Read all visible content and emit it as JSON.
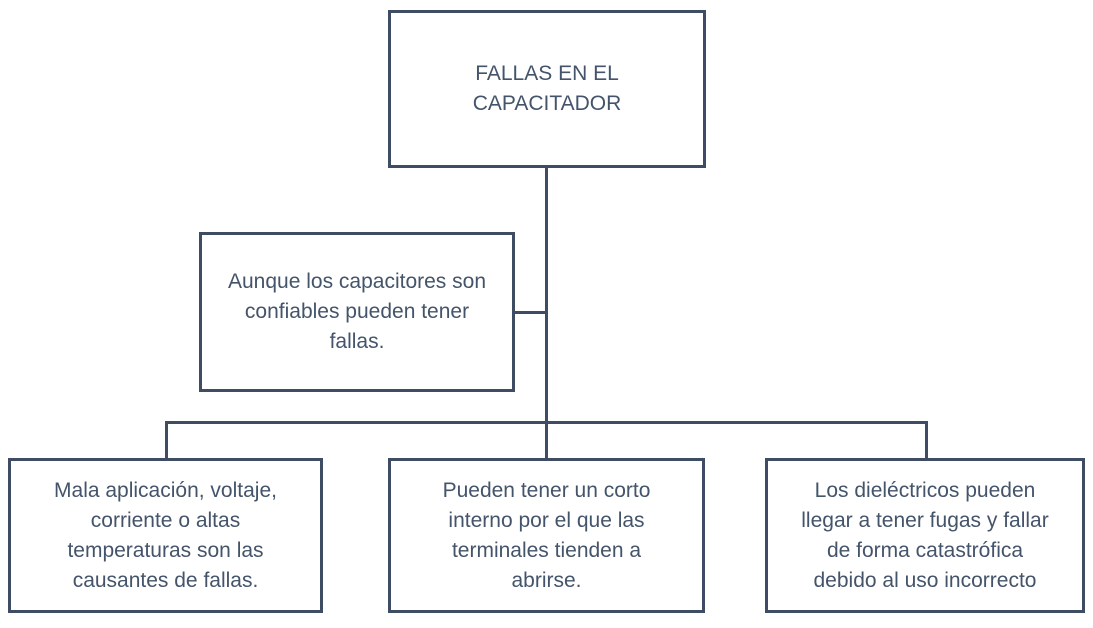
{
  "diagram": {
    "title": "FALLAS EN EL CAPACITADOR",
    "boxes": {
      "root": {
        "text": "FALLAS EN EL CAPACITADOR",
        "lines": [
          "FALLAS EN EL",
          "CAPACITADOR"
        ]
      },
      "note": {
        "text": "Aunque los capacitores son confiables pueden tener fallas.",
        "lines": [
          "Aunque los capacitores son",
          "confiables pueden tener",
          "fallas."
        ]
      },
      "cause1": {
        "text": "Mala aplicación, voltaje, corriente o altas temperaturas son las causantes de fallas.",
        "lines": [
          "Mala aplicación, voltaje,",
          "corriente o altas",
          "temperaturas son las",
          "causantes de fallas."
        ]
      },
      "cause2": {
        "text": "Pueden tener un corto interno por el que las terminales tienden a abrirse.",
        "lines": [
          "Pueden tener un corto",
          "interno por el que las",
          "terminales tienden a",
          "abrirse."
        ]
      },
      "cause3": {
        "text": "Los dieléctricos pueden llegar a tener fugas y fallar de forma catastrófica debido al uso incorrecto",
        "lines": [
          "Los dieléctricos pueden",
          "llegar a tener fugas y fallar",
          "de forma catastrófica",
          "debido al uso incorrecto"
        ]
      }
    },
    "colors": {
      "border": "#3E4D63",
      "text": "#44546A",
      "background": "#FFFFFF"
    }
  }
}
